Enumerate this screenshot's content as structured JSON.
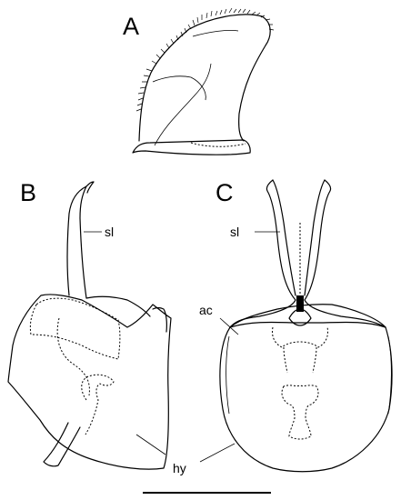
{
  "figure": {
    "panels": [
      {
        "letter": "A"
      },
      {
        "letter": "B",
        "labels": {
          "sl": "sl",
          "hy": "hy"
        }
      },
      {
        "letter": "C",
        "labels": {
          "sl": "sl",
          "ac": "ac"
        }
      }
    ],
    "scale_bar": {
      "visible": true,
      "label": ""
    }
  }
}
